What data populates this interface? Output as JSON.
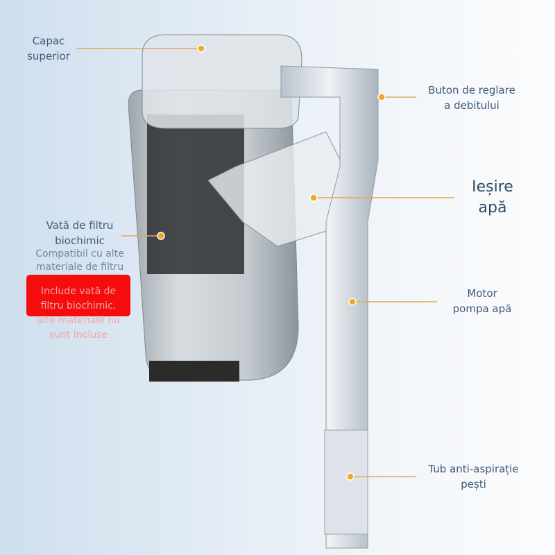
{
  "labels": {
    "top_cover": "Capac superior",
    "flow_button": [
      "Buton de reglare",
      "a debitului"
    ],
    "water_outlet": [
      "Ieșire",
      "apă"
    ],
    "filter_cotton": [
      "Vată de filtru",
      "biochimic"
    ],
    "compat_note": [
      "Compatibil cu alte",
      "materiale de filtru"
    ],
    "included_note": [
      "Include vată de",
      "filtru biochimic,",
      "alte materiale nu",
      "sunt incluse"
    ],
    "pump_motor": [
      "Motor",
      "pompa apă"
    ],
    "anti_suction_tube": [
      "Tub anti-aspirație",
      "pești"
    ]
  },
  "colors": {
    "accent_dot": "#f5a623",
    "leader_line": "#e0a860",
    "warning_box": "#f50d0d"
  }
}
